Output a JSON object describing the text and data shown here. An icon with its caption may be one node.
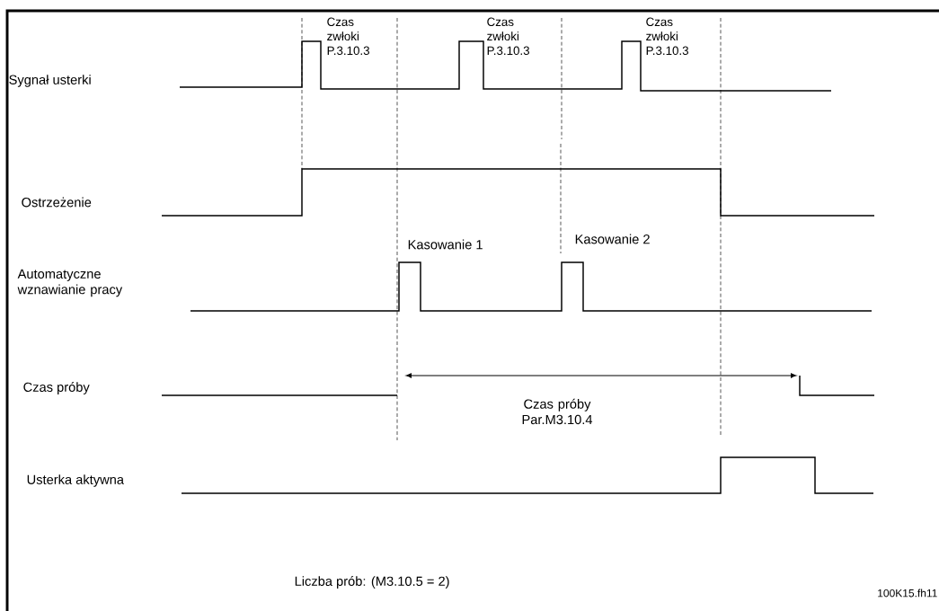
{
  "diagram": {
    "labels": [
      "Czas zwłoki P.3.10.3",
      "Czas zwłoki P.3.10.3",
      "Czas zwłoki P.3.10.3",
      "Sygnał usterki",
      "Ostrzeżenie",
      "Kasowanie 1",
      "Kasowanie 2",
      "Automatyczne wznawianie pracy",
      "Czas próby",
      "Czas próby Par.M3.10.4",
      "Usterka aktywna",
      "Liczba prób: (M3.10.5 = 2)",
      "100K15.fh11"
    ]
  }
}
